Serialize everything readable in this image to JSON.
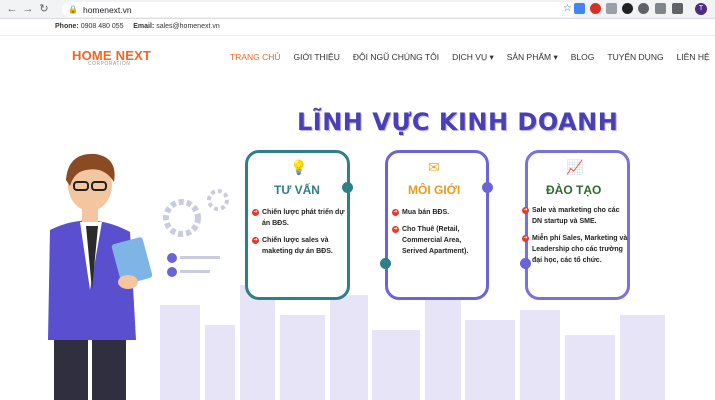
{
  "browser": {
    "url": "homenext.vn",
    "avatar_letter": "T"
  },
  "topbar": {
    "phone_label": "Phone:",
    "phone": "0908 480 055",
    "email_label": "Email:",
    "email": "sales@homenext.vn"
  },
  "logo": {
    "brand": "HOME NEXT",
    "sub": "CORPORATION"
  },
  "nav": {
    "items": [
      "TRANG CHỦ",
      "GIỚI THIỆU",
      "ĐỘI NGŨ CHÚNG TÔI",
      "DỊCH VỤ ▾",
      "SẢN PHẨM ▾",
      "BLOG",
      "TUYỂN DỤNG",
      "LIÊN HỆ"
    ]
  },
  "hero": {
    "title": "LĨNH VỰC KINH DOANH",
    "cards": [
      {
        "title": "TƯ VẤN",
        "items": [
          "Chiến lược phát triển dự án BĐS.",
          "Chiến lược sales và maketing dự án BĐS."
        ]
      },
      {
        "title": "MÔI GIỚI",
        "items": [
          "Mua bán BĐS.",
          "Cho Thuê (Retail, Commercial Area, Serived Apartment)."
        ]
      },
      {
        "title": "ĐÀO TẠO",
        "items": [
          "Sale và marketing cho các DN startup và SME.",
          "Miễn phí Sales, Marketing và Leadership cho các trường đại học, các tổ chức."
        ]
      }
    ]
  },
  "colors": {
    "accent": "#f26522",
    "card1": "#2e7f87",
    "card2": "#6b64d8",
    "card3": "#7a72d6",
    "title": "#4a3fb4"
  }
}
